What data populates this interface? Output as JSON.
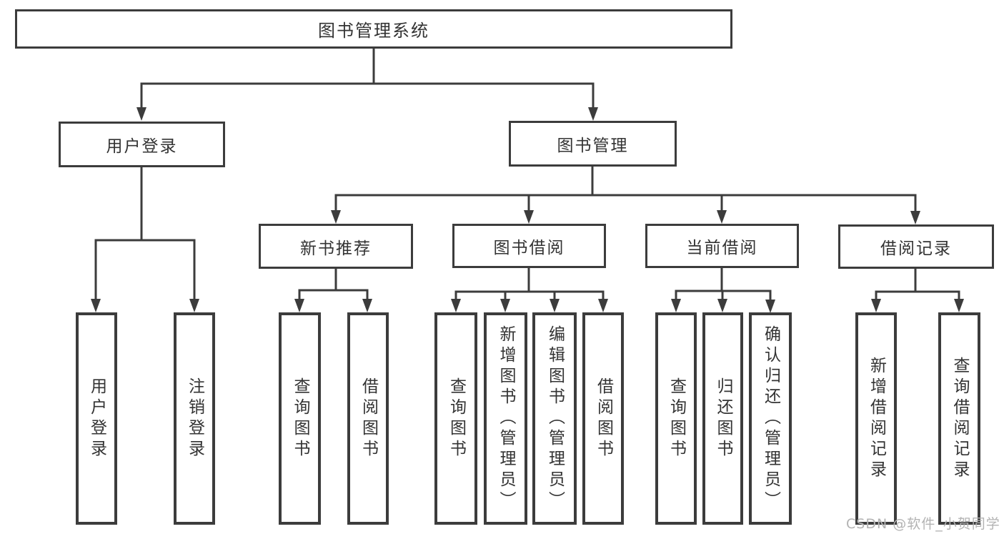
{
  "diagram": {
    "type": "tree",
    "title": "图书管理系统",
    "watermark": "CSDN @软件_小贺同学",
    "colors": {
      "line": "#3c3c3c",
      "text": "#333333",
      "box_fill": "#ffffff",
      "background": "#ffffff",
      "watermark": "#b3b3b3"
    },
    "nodes": {
      "root": {
        "label": "图书管理系统",
        "children": [
          "user_login",
          "book_mgmt"
        ]
      },
      "user_login": {
        "label": "用户登录",
        "children": [
          "leaf_user_login",
          "leaf_logout"
        ]
      },
      "book_mgmt": {
        "label": "图书管理",
        "children": [
          "new_book_rec",
          "book_borrow",
          "current_borrow",
          "borrow_records"
        ]
      },
      "new_book_rec": {
        "label": "新书推荐",
        "children": [
          "leaf_nbr_query",
          "leaf_nbr_borrow"
        ]
      },
      "book_borrow": {
        "label": "图书借阅",
        "children": [
          "leaf_bb_query",
          "leaf_bb_add",
          "leaf_bb_edit",
          "leaf_bb_borrow"
        ]
      },
      "current_borrow": {
        "label": "当前借阅",
        "children": [
          "leaf_cb_query",
          "leaf_cb_return",
          "leaf_cb_confirm"
        ]
      },
      "borrow_records": {
        "label": "借阅记录",
        "children": [
          "leaf_br_add",
          "leaf_br_query"
        ]
      },
      "leaf_user_login": {
        "label": "用户登录"
      },
      "leaf_logout": {
        "label": "注销登录"
      },
      "leaf_nbr_query": {
        "label": "查询图书"
      },
      "leaf_nbr_borrow": {
        "label": "借阅图书"
      },
      "leaf_bb_query": {
        "label": "查询图书"
      },
      "leaf_bb_add": {
        "label": "新增图书（管理员）"
      },
      "leaf_bb_edit": {
        "label": "编辑图书（管理员）"
      },
      "leaf_bb_borrow": {
        "label": "借阅图书"
      },
      "leaf_cb_query": {
        "label": "查询图书"
      },
      "leaf_cb_return": {
        "label": "归还图书"
      },
      "leaf_cb_confirm": {
        "label": "确认归还（管理员）"
      },
      "leaf_br_add": {
        "label": "新增借阅记录"
      },
      "leaf_br_query": {
        "label": "查询借阅记录"
      }
    }
  }
}
